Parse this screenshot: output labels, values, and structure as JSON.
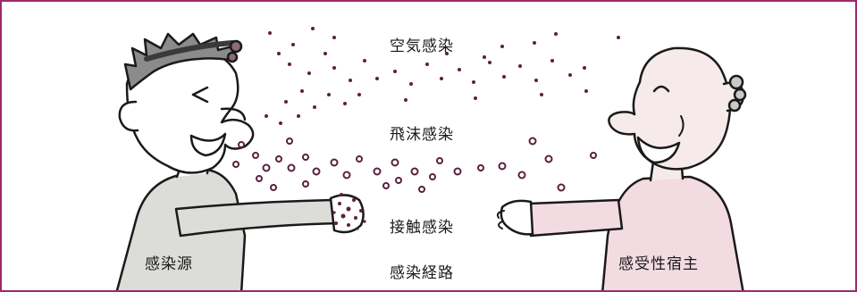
{
  "routes": {
    "airborne": "空気感染",
    "droplet": "飛沫感染",
    "contact": "接触感染"
  },
  "caption": "感染経路",
  "source": {
    "label": "感染源"
  },
  "host": {
    "label": "感受性宿主"
  },
  "colors": {
    "frame": "#9c2a6b",
    "source_shirt": "#dcdcd8",
    "host_shirt": "#f3dbe2",
    "host_skin": "#f6eaea",
    "ink": "#1a1a1a",
    "germs": "#5a2040"
  },
  "icons": [
    "sick-man-illustration",
    "bald-man-illustration",
    "germ-particle-icon",
    "droplet-particle-icon"
  ]
}
